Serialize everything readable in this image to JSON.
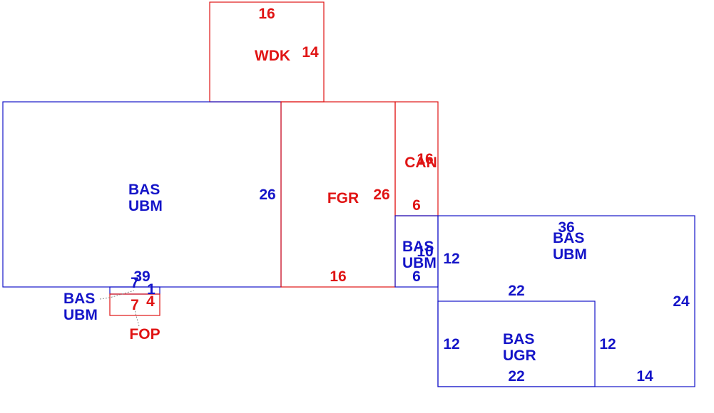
{
  "colors": {
    "living": "#1414c8",
    "exterior": "#e01414"
  },
  "areas": {
    "wdk": {
      "label": "WDK",
      "top": "16",
      "right": "14"
    },
    "main": {
      "label1": "BAS",
      "label2": "UBM",
      "right": "26",
      "bottom": "39"
    },
    "fgr": {
      "label": "FGR",
      "right": "26",
      "bottom": "16"
    },
    "can": {
      "label": "CAN",
      "right": "16",
      "bottom": "6"
    },
    "small": {
      "label1": "BAS",
      "label2": "UBM",
      "right": "10",
      "left": "12",
      "bottom": "6"
    },
    "east": {
      "label1": "BAS",
      "label2": "UBM",
      "top": "36",
      "right": "24",
      "bottom_left": "22",
      "bottom_right": "14",
      "left_lower": "12"
    },
    "ugr": {
      "label1": "BAS",
      "label2": "UGR",
      "left": "12",
      "right": "12",
      "bottom": "22"
    },
    "tiny": {
      "label1": "BAS",
      "label2": "UBM",
      "left": "7",
      "right": "1"
    },
    "fop": {
      "label": "FOP",
      "left": "7",
      "right": "4"
    }
  }
}
